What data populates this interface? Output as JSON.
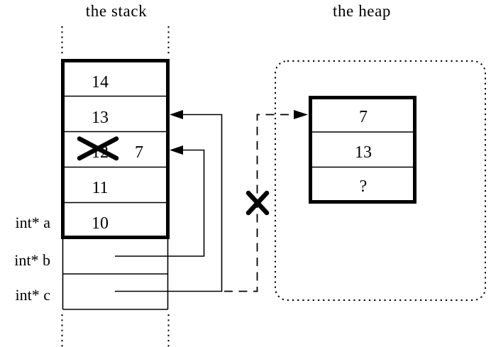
{
  "titles": {
    "stack": "the stack",
    "heap": "the heap"
  },
  "stack": {
    "frame_cells": [
      {
        "value": "14",
        "crossed_out": false
      },
      {
        "value": "13",
        "crossed_out": false
      },
      {
        "value": "12",
        "crossed_out": true,
        "replacement": "7"
      },
      {
        "value": "11",
        "crossed_out": false
      },
      {
        "value": "10",
        "crossed_out": false
      }
    ],
    "variables": [
      {
        "label": "int* a"
      },
      {
        "label": "int* b"
      },
      {
        "label": "int* c"
      }
    ]
  },
  "heap": {
    "block_cells": [
      {
        "value": "7"
      },
      {
        "value": "13"
      },
      {
        "value": "?"
      }
    ]
  },
  "pointers": {
    "b": {
      "from": "int* b",
      "to": "stack cell containing crossed-out 12 / 7",
      "style": "solid"
    },
    "c": {
      "from": "int* c",
      "to": "stack cell containing 13",
      "style": "solid"
    },
    "c_old": {
      "from": "int* c",
      "to": "heap block first cell (7)",
      "style": "dashed",
      "invalidated": true
    }
  },
  "colors": {
    "ink": "#000000",
    "background": "#ffffff"
  }
}
